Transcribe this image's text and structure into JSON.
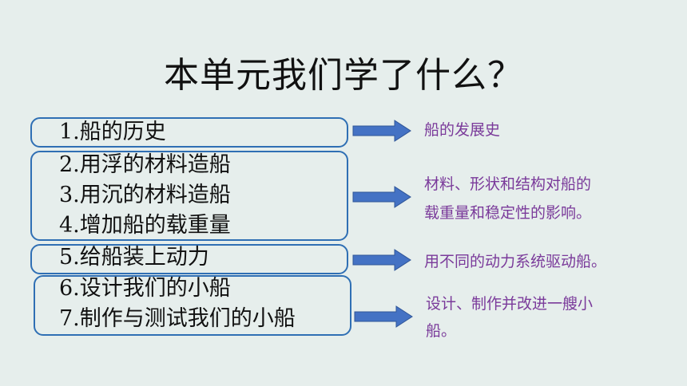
{
  "title": "本单元我们学了什么？",
  "lessons": [
    "1.船的历史",
    "2.用浮的材料造船",
    "3.用沉的材料造船",
    "4.增加船的载重量",
    "5.给船装上动力",
    "6.设计我们的小船",
    "7.制作与测试我们的小船"
  ],
  "notes": {
    "history": "船的发展史",
    "materials_line1": "材料、形状和结构对船的",
    "materials_line2": "载重量和稳定性的影响。",
    "power": "用不同的动力系统驱动船。",
    "design_line1": "设计、制作并改进一艘小",
    "design_line2": "船。"
  },
  "colors": {
    "background": "#e6eeec",
    "box_border": "#2f6fb4",
    "arrow": "#4472c4",
    "note_text": "#7a3a9a"
  }
}
